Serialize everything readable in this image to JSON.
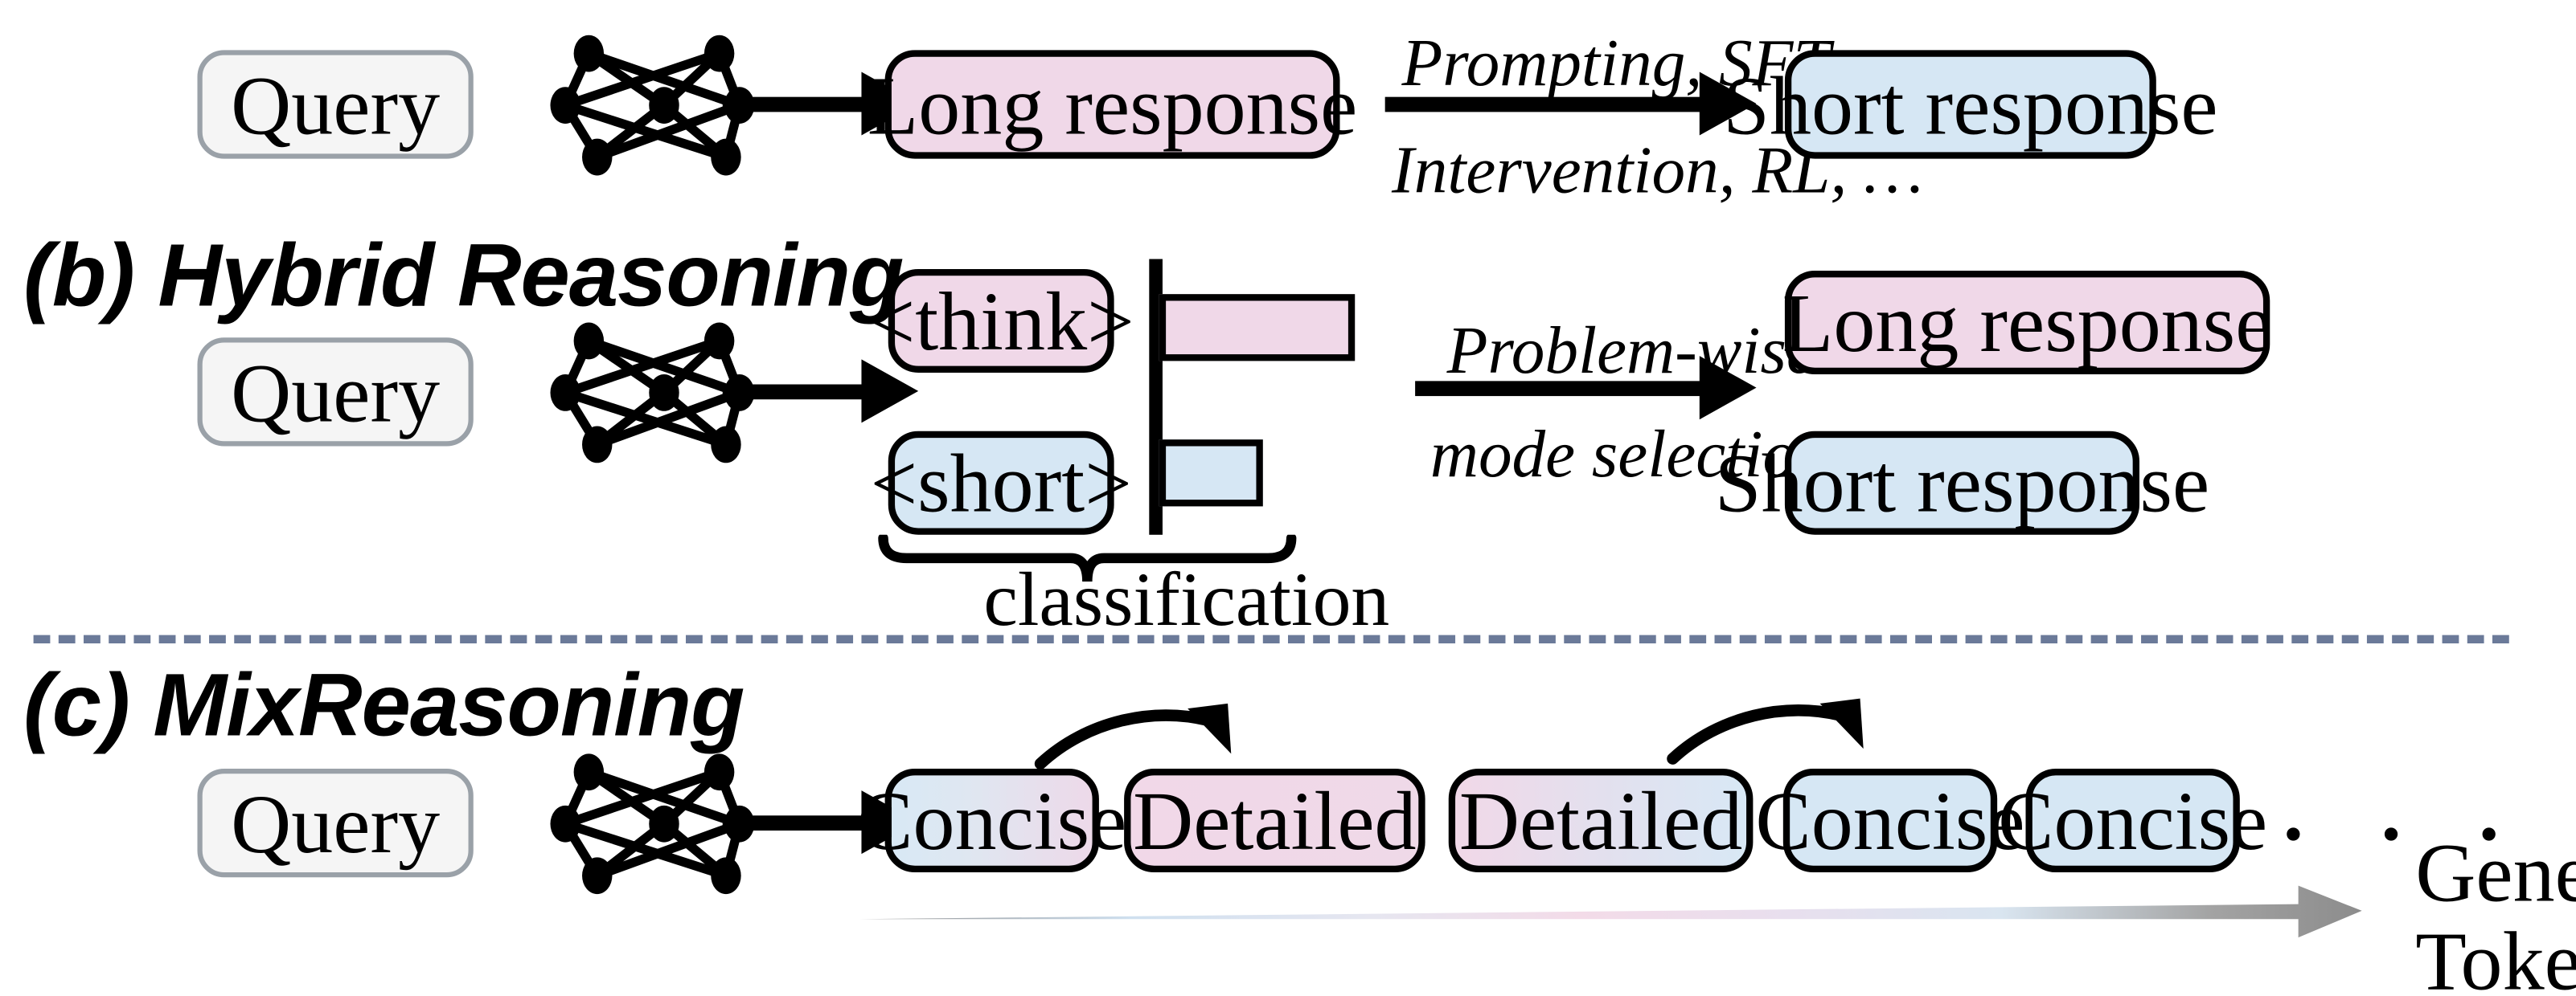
{
  "figure": {
    "sections": [
      {
        "id": "a",
        "caption": "",
        "query_label": "Query",
        "model_icon": "neural-network-icon",
        "first_output": "Long response",
        "arrow_label_top": "Prompting, SFT,",
        "arrow_label_bottom": "Intervention, RL, …",
        "second_output": "Short response"
      },
      {
        "id": "b",
        "caption": "(b) Hybrid Reasoning",
        "query_label": "Query",
        "model_icon": "neural-network-icon",
        "mode_tokens": [
          "<think>",
          "<short>"
        ],
        "brace_label": "classification",
        "arrow_label_top": "Problem-wise",
        "arrow_label_bottom": "mode selection",
        "outputs": [
          "Long response",
          "Short response"
        ]
      },
      {
        "id": "c",
        "caption": "(c) MixReasoning",
        "query_label": "Query",
        "model_icon": "neural-network-icon",
        "segments": [
          {
            "label": "Concise",
            "style": "grad-blue-to-pink"
          },
          {
            "label": "Detailed",
            "style": "pink"
          },
          {
            "label": "Detailed",
            "style": "grad-pink-to-blue"
          },
          {
            "label": "Concise",
            "style": "blue"
          },
          {
            "label": "Concise",
            "style": "blue"
          }
        ],
        "ellipsis": "· · ·",
        "axis_label_line1": "Generated",
        "axis_label_line2": "Tokens"
      }
    ],
    "chart_data": {
      "type": "bar",
      "orientation": "horizontal",
      "title": "",
      "categories": [
        "<think>",
        "<short>"
      ],
      "values": [
        0.82,
        0.33
      ],
      "xlabel": "",
      "ylabel": "",
      "xlim": [
        0,
        1
      ],
      "grid": false,
      "legend": "none",
      "series_colors": [
        "#f0d8e8",
        "#d6e7f4"
      ]
    },
    "colors": {
      "pink": "#f0d8e8",
      "blue": "#d6e7f4",
      "query_fill": "#f5f5f5",
      "query_border": "#9aa1a8",
      "stroke": "#000000",
      "divider": "#6b7a99",
      "token_axis_gray": "#8c8c8c"
    }
  }
}
